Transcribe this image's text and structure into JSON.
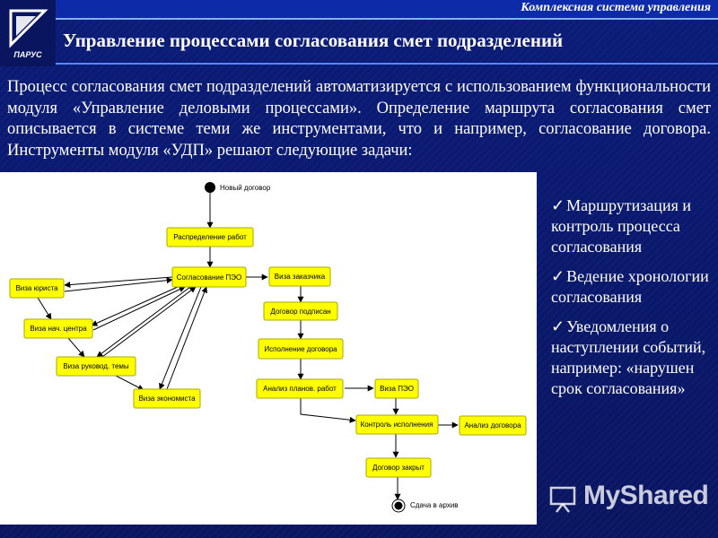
{
  "header": {
    "top_label": "Комплексная система управления",
    "title": "Управление процессами согласования смет подразделений",
    "logo_text": "ПАРУС"
  },
  "intro": "Процесс согласования смет подразделений автоматизируется с использованием функциональности модуля «Управление деловыми процессами». Определение маршрута согласования смет описывается в системе теми же инструментами, что и например, согласование договора. Инструменты модуля «УДП» решают следующие задачи:",
  "diagram": {
    "start_label": "Новый договор",
    "end_label": "Сдача в архив",
    "nodes": {
      "distribution": "Распределение работ",
      "pto_approval": "Согласование ПЭО",
      "customer_visa": "Виза заказчика",
      "lawyer_visa": "Виза юриста",
      "center_head_visa": "Виза нач. центра",
      "topic_head_visa": "Виза руковод. темы",
      "economist_visa": "Виза экономиста",
      "contract_signed": "Договор подписан",
      "contract_execution": "Исполнение договора",
      "planned_works_analysis": "Анализ планов. работ",
      "pto_visa": "Виза ПЭО",
      "execution_control": "Контроль исполнения",
      "contract_analysis": "Анализ договора",
      "contract_closed": "Договор закрыт"
    }
  },
  "bullets": [
    "Маршрутизация и контроль процесса согласования",
    "Ведение хронологии согласования",
    "Уведомления о наступлении событий, например: «нарушен срок согласования»"
  ],
  "bullet_marker": "✓",
  "watermark": "MyShared",
  "colors": {
    "background": "#0a1a6e",
    "node_fill": "#ffff00",
    "accent_rule": "#4f8dff"
  }
}
